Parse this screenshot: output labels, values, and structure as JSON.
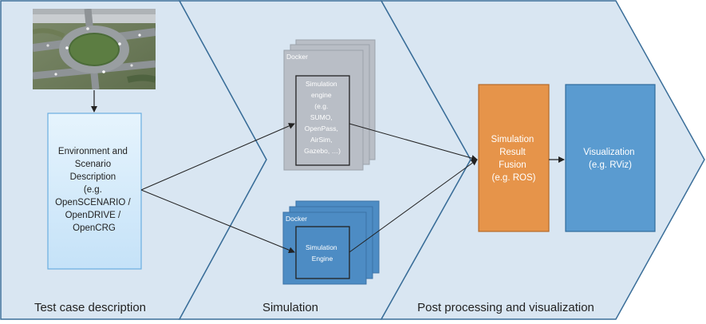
{
  "colors": {
    "panel_fill": "#d9e6f2",
    "panel_stroke": "#3a6e99",
    "docker_gray": "#b9bec6",
    "docker_gray_dark": "#9aa1ab",
    "docker_blue": "#4d8cc4",
    "docker_blue_dark": "#3a72a6",
    "fusion_orange": "#e6944a",
    "viz_blue": "#5a9bd0",
    "env_fill": "#d7ecfb",
    "arrow": "#222222"
  },
  "stages": {
    "test_case": "Test case description",
    "simulation": "Simulation",
    "post": "Post processing and visualization"
  },
  "env_box": {
    "lines": [
      "Environment and",
      "Scenario",
      "Description",
      "(e.g.",
      "OpenSCENARIO /",
      "OpenDRIVE /",
      "OpenCRG"
    ]
  },
  "docker_top": {
    "label": "Docker",
    "engine_lines": [
      "Simulation",
      "engine",
      "(e.g.",
      "SUMO,",
      "OpenPass,",
      "AirSim,",
      "Gazebo, …)"
    ]
  },
  "docker_bottom": {
    "label": "Docker",
    "engine_lines": [
      "Simulation",
      "Engine"
    ]
  },
  "fusion": {
    "lines": [
      "Simulation",
      "Result",
      "Fusion",
      "(e.g. ROS)"
    ]
  },
  "visualization": {
    "lines": [
      "Visualization",
      "(e.g. RViz)"
    ]
  },
  "photo": {
    "icon": "roundabout-aerial-photo"
  }
}
